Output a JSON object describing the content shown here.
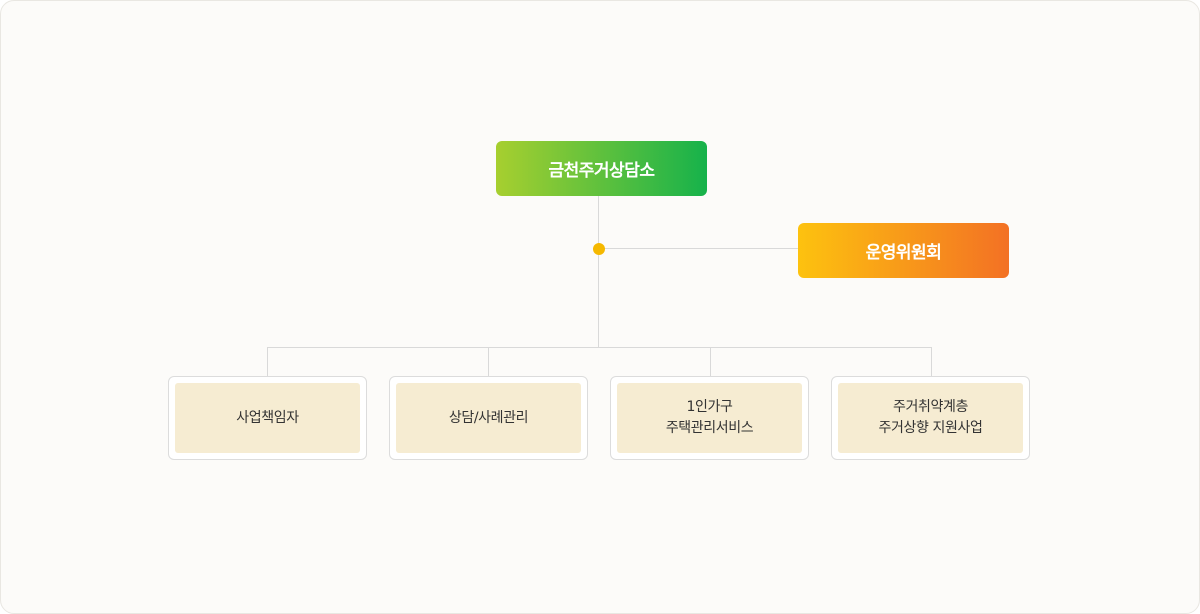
{
  "diagram": {
    "root": {
      "label": "금천주거상담소"
    },
    "committee": {
      "label": "운영위원회"
    },
    "departments": [
      {
        "lines": [
          "사업책임자"
        ]
      },
      {
        "lines": [
          "상담/사례관리"
        ]
      },
      {
        "lines": [
          "1인가구",
          "주택관리서비스"
        ]
      },
      {
        "lines": [
          "주거취약계층",
          "주거상향 지원사업"
        ]
      }
    ]
  },
  "colors": {
    "root_gradient": [
      "#a7cf2f",
      "#16b24b"
    ],
    "committee_gradient": [
      "#fdc20f",
      "#f37124"
    ],
    "junction_dot": "#f5b800",
    "department_fill": "#f6ecd2",
    "connector": "#d9d9d9"
  }
}
